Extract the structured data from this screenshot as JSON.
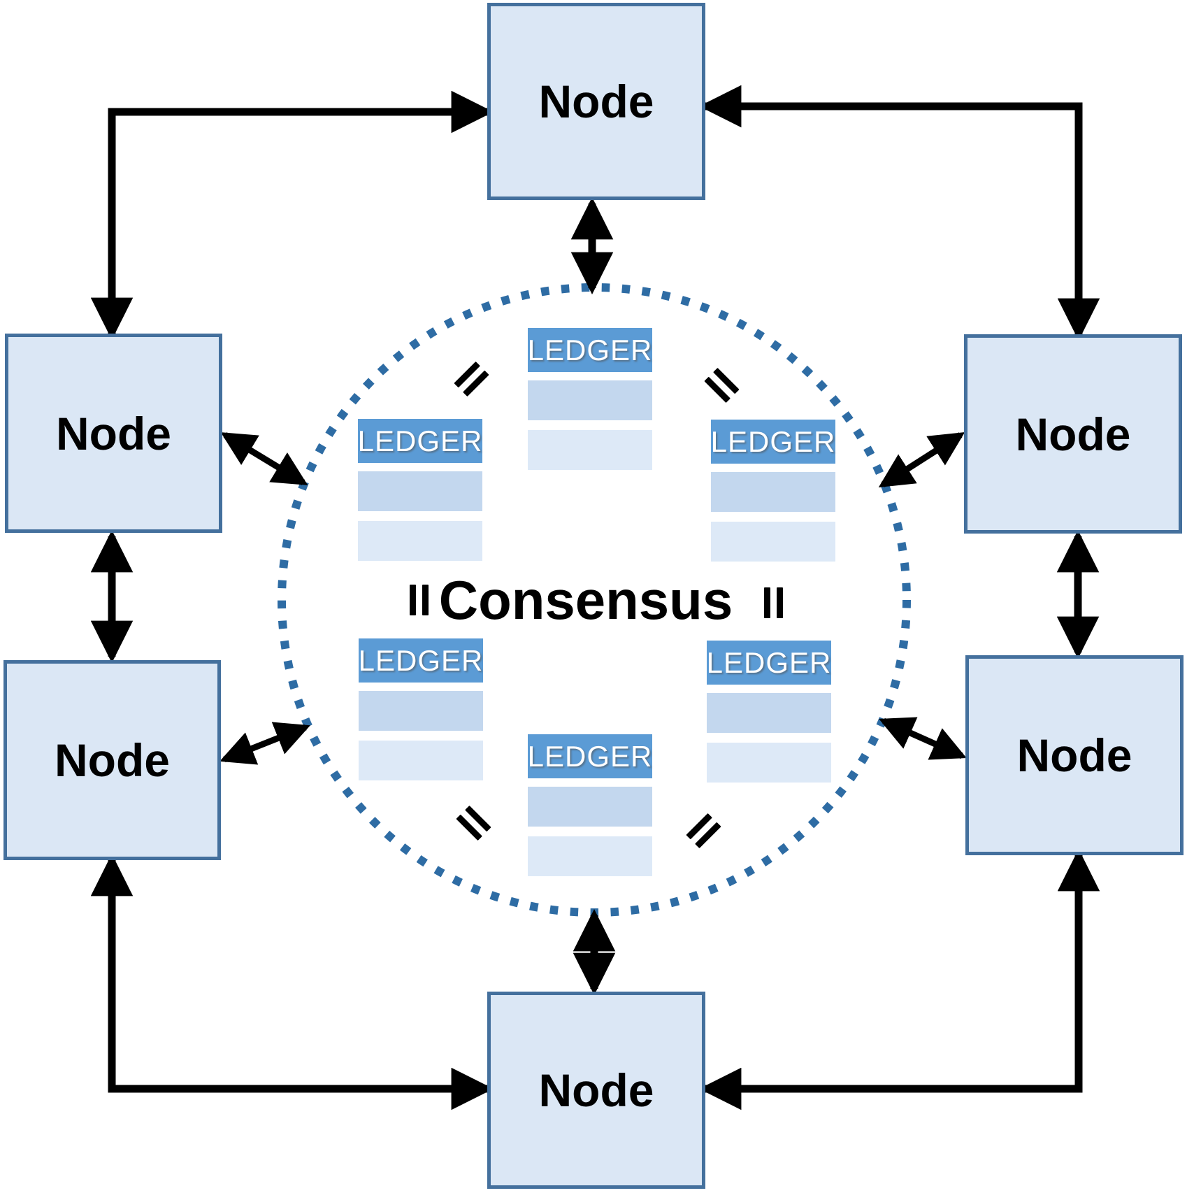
{
  "nodes": [
    {
      "id": "top",
      "label": "Node"
    },
    {
      "id": "upper-left",
      "label": "Node"
    },
    {
      "id": "upper-right",
      "label": "Node"
    },
    {
      "id": "lower-left",
      "label": "Node"
    },
    {
      "id": "lower-right",
      "label": "Node"
    },
    {
      "id": "bottom",
      "label": "Node"
    }
  ],
  "consensus": {
    "label": "Consensus"
  },
  "ledgers": [
    {
      "id": "top",
      "label": "LEDGER"
    },
    {
      "id": "left",
      "label": "LEDGER"
    },
    {
      "id": "right",
      "label": "LEDGER"
    },
    {
      "id": "bottom-left",
      "label": "LEDGER"
    },
    {
      "id": "bottom-right",
      "label": "LEDGER"
    },
    {
      "id": "bottom",
      "label": "LEDGER"
    }
  ],
  "colors": {
    "node_fill": "#dbe7f5",
    "node_border": "#44709d",
    "node_text": "#000000",
    "ledger_header_fill": "#5b9bd5",
    "ledger_header_text": "#ffffff",
    "ledger_row1_fill": "#c3d7ee",
    "ledger_row2_fill": "#dde9f7",
    "consensus_text": "#000000",
    "circle_dots": "#2e6ca4",
    "arrows": "#000000",
    "background": "#ffffff"
  }
}
